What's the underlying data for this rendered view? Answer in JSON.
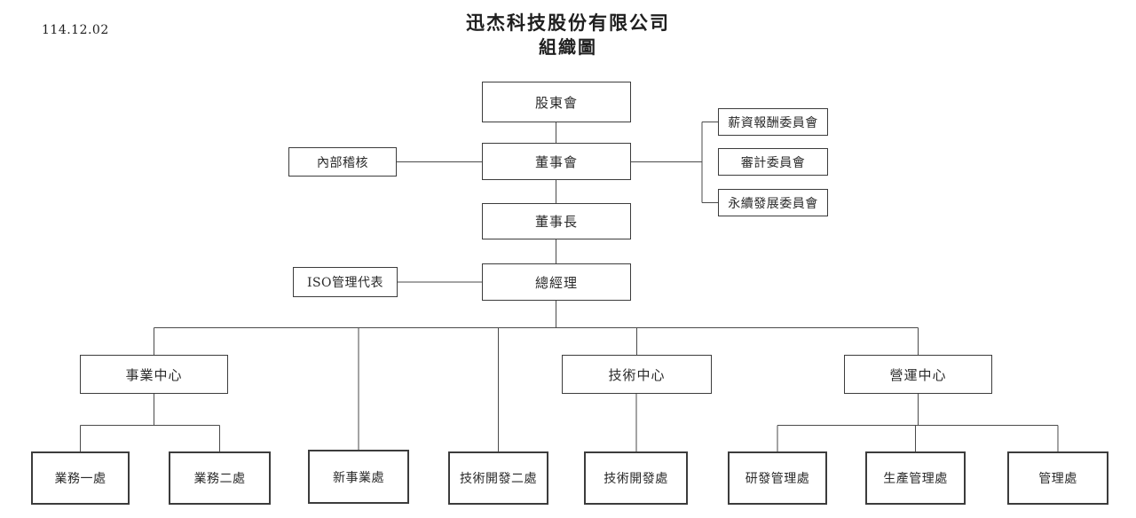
{
  "header": {
    "date": "114.12.02",
    "title_line1": "迅杰科技股份有限公司",
    "title_line2": "組織圖"
  },
  "nodes": {
    "shareholders": {
      "label": "股東會"
    },
    "board": {
      "label": "董事會"
    },
    "chairman": {
      "label": "董事長"
    },
    "general_manager": {
      "label": "總經理"
    },
    "internal_audit": {
      "label": "內部稽核"
    },
    "iso_rep": {
      "label": "ISO管理代表"
    },
    "remuneration_committee": {
      "label": "薪資報酬委員會"
    },
    "audit_committee": {
      "label": "審計委員會"
    },
    "sustainability_committee": {
      "label": "永續發展委員會"
    },
    "business_center": {
      "label": "事業中心"
    },
    "tech_center": {
      "label": "技術中心"
    },
    "operations_center": {
      "label": "營運中心"
    },
    "sales_div1": {
      "label": "業務一處"
    },
    "sales_div2": {
      "label": "業務二處"
    },
    "new_business_div": {
      "label": "新事業處"
    },
    "tech_dev_div2": {
      "label": "技術開發二處"
    },
    "tech_dev_div": {
      "label": "技術開發處"
    },
    "rd_mgmt_div": {
      "label": "研發管理處"
    },
    "production_mgmt_div": {
      "label": "生產管理處"
    },
    "management_div": {
      "label": "管理處"
    }
  },
  "hierarchy": {
    "股東會": [
      "董事會"
    ],
    "董事會": [
      "董事長",
      "薪資報酬委員會",
      "審計委員會",
      "永續發展委員會"
    ],
    "董事會_staff": [
      "內部稽核"
    ],
    "董事長": [
      "總經理"
    ],
    "總經理_staff": [
      "ISO管理代表"
    ],
    "總經理": [
      "事業中心",
      "新事業處",
      "技術開發二處",
      "技術中心",
      "營運中心"
    ],
    "事業中心": [
      "業務一處",
      "業務二處"
    ],
    "技術中心": [
      "技術開發處"
    ],
    "營運中心": [
      "研發管理處",
      "生產管理處",
      "管理處"
    ]
  },
  "colors": {
    "background": "#ffffff",
    "box_border": "#3c3c3c",
    "connector_line": "#4a4a4a",
    "text": "#1f1f1f"
  }
}
